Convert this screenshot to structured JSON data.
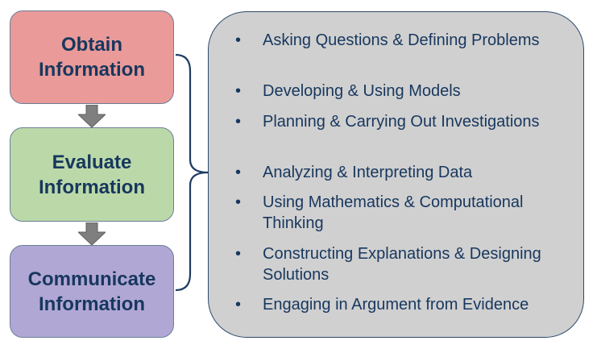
{
  "steps": [
    {
      "line1": "Obtain",
      "line2": "Information"
    },
    {
      "line1": "Evaluate",
      "line2": "Information"
    },
    {
      "line1": "Communicate",
      "line2": "Information"
    }
  ],
  "practices": [
    "Asking Questions & Defining Problems",
    "Developing & Using Models",
    "Planning & Carrying Out Investigations",
    "Analyzing & Interpreting Data",
    "Using Mathematics & Computational Thinking",
    "Constructing Explanations & Designing Solutions",
    "Engaging in Argument from Evidence"
  ],
  "colors": {
    "obtain_fill": "#e99a99",
    "evaluate_fill": "#bbd9a8",
    "communicate_fill": "#b1a7d4",
    "panel_fill": "#d0d0d0",
    "text": "#17375e",
    "arrow": "#7f7f7f",
    "brace": "#1f3b63"
  },
  "bullet_glyph": "•"
}
